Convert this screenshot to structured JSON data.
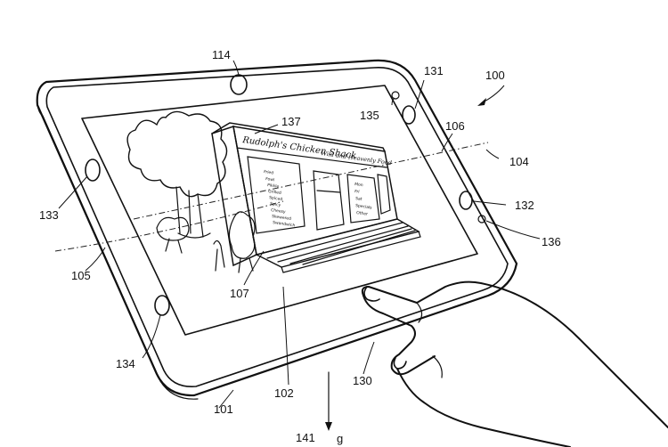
{
  "figure": {
    "refs": {
      "r100": "100",
      "r101": "101",
      "r102": "102",
      "r104": "104",
      "r105": "105",
      "r106": "106",
      "r107": "107",
      "r114": "114",
      "r130": "130",
      "r131": "131",
      "r132": "132",
      "r133": "133",
      "r134": "134",
      "r135": "135",
      "r136": "136",
      "r137": "137",
      "r141": "141",
      "g": "g"
    },
    "storefront": {
      "sign": "Rudolph's Chicken Shack",
      "sign_right": "Wild and Heavenly Food",
      "menu_lines": [
        "Fried",
        "Fowl",
        "Pikkle",
        "Grilled",
        "Spiced",
        "Spicy",
        "Cheesy",
        "Skewered",
        "Swandwich"
      ],
      "window_lines": [
        "Mon",
        "Fri",
        "Sat",
        "Specials",
        "Other"
      ]
    }
  }
}
